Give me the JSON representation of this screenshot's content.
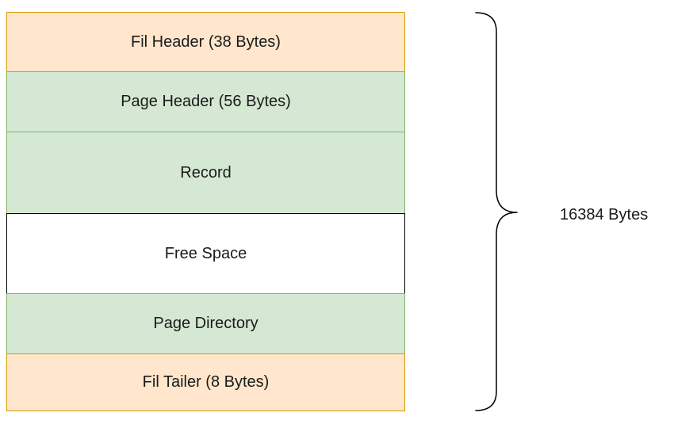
{
  "blocks": [
    {
      "label": "Fil Header (38 Bytes)",
      "fill": "#ffe6cc",
      "stroke": "#d79b00"
    },
    {
      "label": "Page Header (56 Bytes)",
      "fill": "#d5e8d4",
      "stroke": "#82b366"
    },
    {
      "label": "Record",
      "fill": "#d5e8d4",
      "stroke": "#82b366"
    },
    {
      "label": "Free Space",
      "fill": "#ffffff",
      "stroke": "#000000"
    },
    {
      "label": "Page Directory",
      "fill": "#d5e8d4",
      "stroke": "#82b366"
    },
    {
      "label": "Fil Tailer (8 Bytes)",
      "fill": "#ffe6cc",
      "stroke": "#d79b00"
    }
  ],
  "total": {
    "label": "16384 Bytes"
  },
  "colors": {
    "text": "#1a1a1a",
    "brace": "#000000"
  }
}
